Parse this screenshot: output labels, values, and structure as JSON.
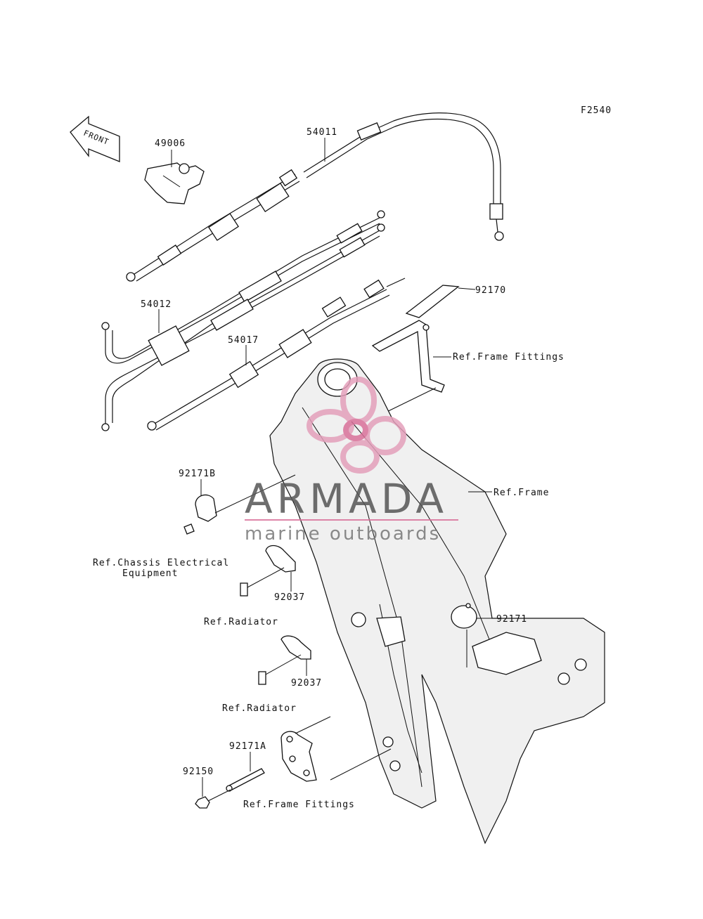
{
  "diagram_code": "F2540",
  "front_arrow": "FRONT",
  "parts": {
    "p49006": "49006",
    "p54011": "54011",
    "p54012": "54012",
    "p54017": "54017",
    "p92170": "92170",
    "p92171B": "92171B",
    "p92171": "92171",
    "p92037a": "92037",
    "p92037b": "92037",
    "p92171A": "92171A",
    "p92150": "92150"
  },
  "refs": {
    "frame_fittings_top": "Ref.Frame Fittings",
    "frame": "Ref.Frame",
    "chassis_line1": "Ref.Chassis Electrical",
    "chassis_line2": "Equipment",
    "radiator_a": "Ref.Radiator",
    "radiator_b": "Ref.Radiator",
    "frame_fittings_bottom": "Ref.Frame Fittings"
  },
  "watermark": {
    "brand": "ARMADA",
    "tagline": "marine outboards",
    "accent_color": "#d9709a"
  }
}
